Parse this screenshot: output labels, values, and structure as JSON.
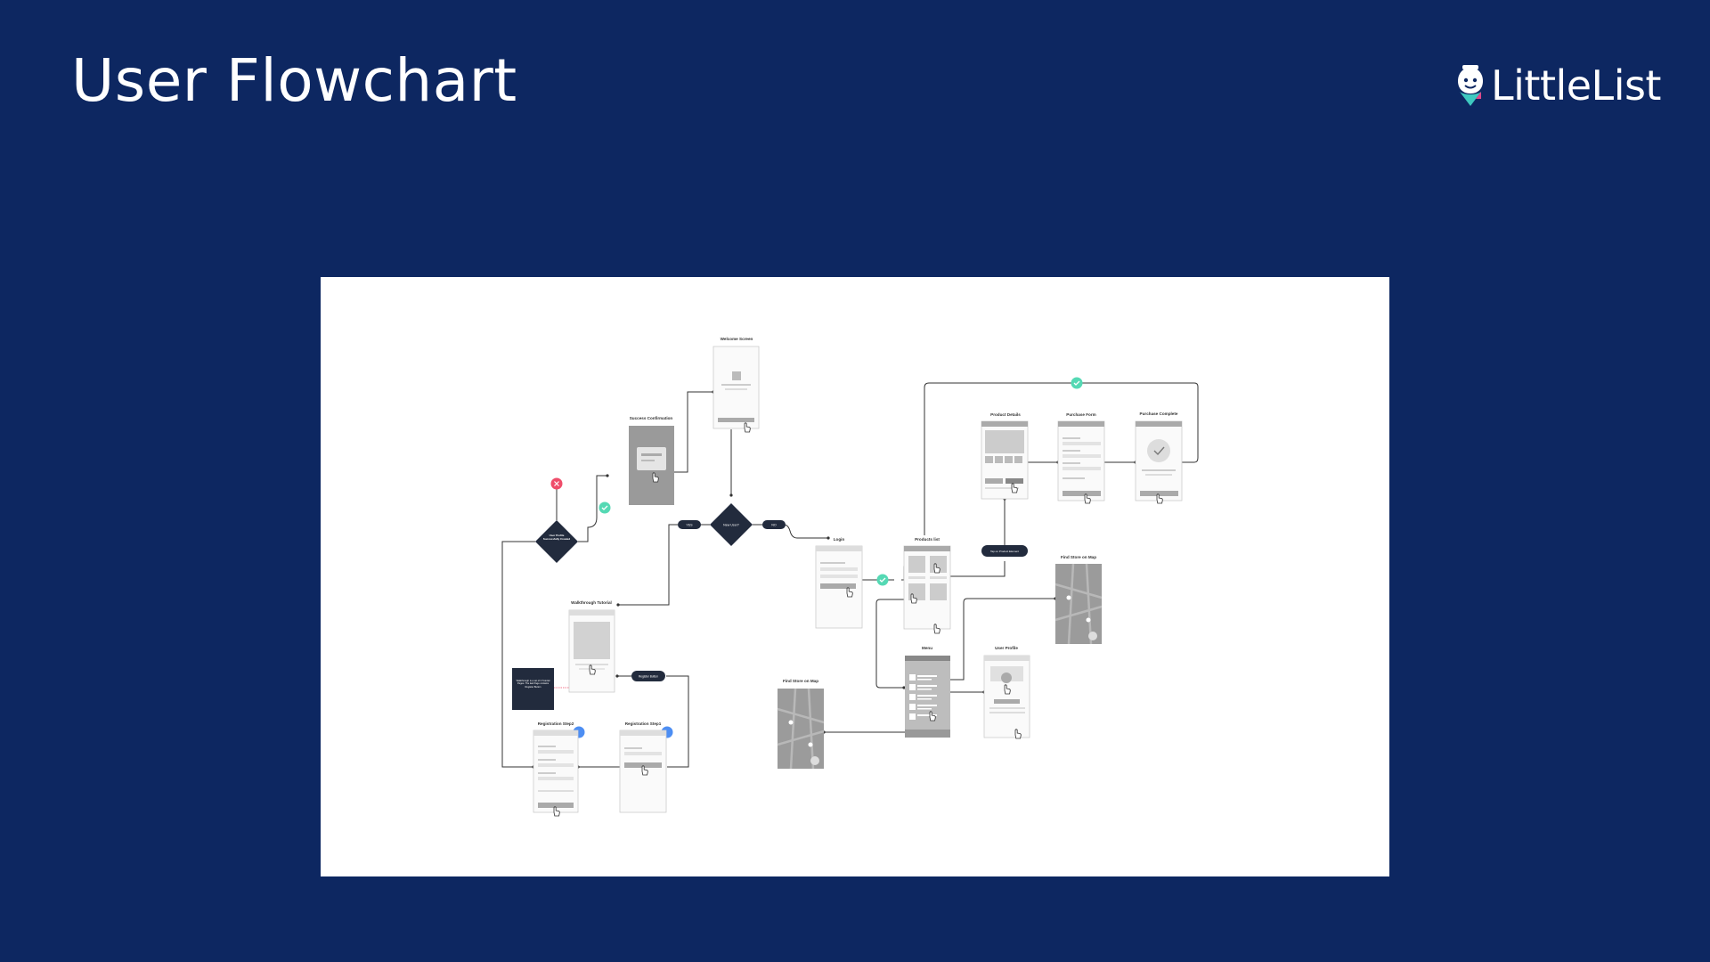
{
  "header": {
    "title": "User Flowchart",
    "logo_text": "LittleList",
    "logo_icon": "baby-face-icon"
  },
  "colors": {
    "background": "#0d2761",
    "panel": "#ffffff",
    "node_dark": "#222b3d",
    "success": "#55d9b4",
    "error": "#ef4d6a",
    "step_badge": "#4d8ef3",
    "logo_accent_pink": "#e0488a",
    "logo_accent_teal": "#3ec9c0"
  },
  "flowchart": {
    "screens": {
      "welcome": "Welcome Screen",
      "success_confirmation": "Success Confirmation",
      "product_details": "Product Details",
      "purchase_form": "Purchase Form",
      "purchase_complete": "Purchase Complete",
      "login": "Login",
      "products_list": "Products list",
      "find_store_right": "Find Store on Map",
      "walkthrough": "Walkthrough Tutorial",
      "menu": "Menu",
      "user_profile": "User Profile",
      "find_store_left": "Find Store on Map",
      "registration_step2": "Registration Step2",
      "registration_step1": "Registration Step1"
    },
    "decisions": {
      "user_profile_check": "User Profile Successfully Created",
      "new_user": "New User?"
    },
    "pills": {
      "yes": "YES",
      "no": "NO",
      "tap_product": "Tap on Product Element",
      "register_button": "Register Button"
    },
    "note": "Walkthrough is a set of 3 Tutorial Pages. The last Page contains Register Button"
  }
}
